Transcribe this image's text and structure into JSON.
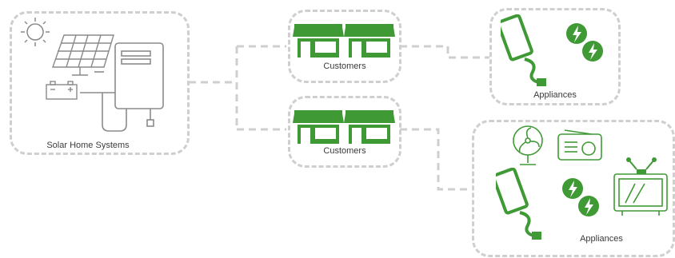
{
  "colors": {
    "green": "#3f9a35",
    "light_green": "#6cb85f",
    "gray": "#8a8a8a",
    "dash": "#cfcfcf"
  },
  "solar": {
    "label": "Solar Home Systems",
    "icons": [
      "sun-icon",
      "solar-panel-icon",
      "battery-icon",
      "charge-controller-icon"
    ]
  },
  "customers": [
    {
      "label": "Customers"
    },
    {
      "label": "Customers"
    }
  ],
  "appliances": [
    {
      "label": "Appliances",
      "icons": [
        "phone-charger-icon",
        "lightbulb-icon"
      ]
    },
    {
      "label": "Appliances",
      "icons": [
        "fan-icon",
        "radio-icon",
        "phone-charger-icon",
        "lightbulb-icon",
        "tv-icon"
      ]
    }
  ]
}
